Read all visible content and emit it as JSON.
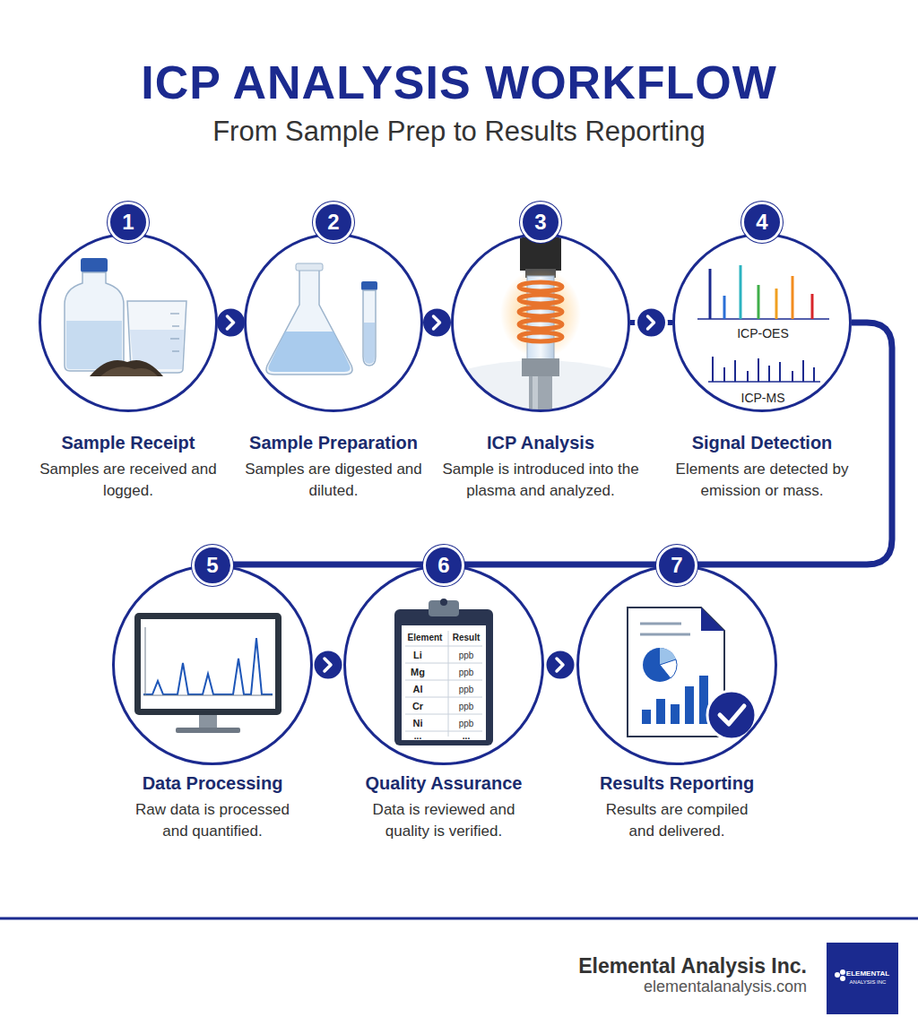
{
  "diagram": {
    "title": "ICP ANALYSIS WORKFLOW",
    "nodes": [
      {
        "text": [
          "1",
          "Sample Receipt",
          "Samples are received and logged."
        ]
      },
      {
        "text": [
          "2",
          "Sample Preparation",
          "Samples are digested and diluted."
        ]
      },
      {
        "text": [
          "3",
          "ICP Analysis",
          "Sample is introduced into the plasma and analyzed."
        ]
      },
      {
        "text": [
          "4",
          "Signal Detection",
          "Elements are detected by emission or mass."
        ]
      },
      {
        "text": [
          "5",
          "Data Processing",
          "Raw data is processed and quantified."
        ]
      },
      {
        "text": [
          "6",
          "Quality Assurance",
          "Data is reviewed and quality is verified."
        ]
      },
      {
        "text": [
          "7",
          "Results Reporting",
          "Results are compiled and delivered."
        ]
      }
    ],
    "edges": [
      {
        "from": 0,
        "to": 1,
        "arrow": "to"
      },
      {
        "from": 1,
        "to": 2,
        "arrow": "to"
      },
      {
        "from": 2,
        "to": 3,
        "arrow": "to"
      },
      {
        "from": 3,
        "to": 4,
        "arrow": "none"
      },
      {
        "from": 4,
        "to": 5,
        "arrow": "to"
      },
      {
        "from": 5,
        "to": 6,
        "arrow": "to"
      }
    ],
    "labels": [
      "From Sample Prep to Results Reporting",
      "ICP-OES",
      "ICP-MS",
      "Element",
      "Result",
      "Li",
      "ppb",
      "Mg",
      "ppb",
      "Al",
      "ppb",
      "Cr",
      "ppb",
      "Ni",
      "ppb",
      "...",
      "...",
      "Elemental Analysis Inc.",
      "elementalanalysis.com",
      "ELEMENTAL",
      "ANALYSIS INC"
    ]
  }
}
